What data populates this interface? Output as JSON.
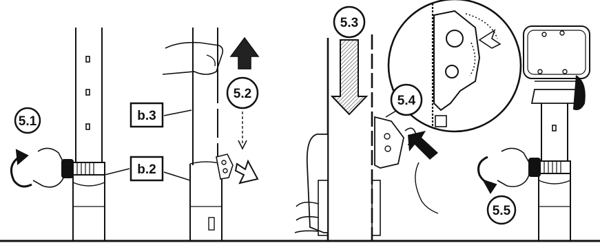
{
  "steps": {
    "s51": "5.1",
    "s52": "5.2",
    "s53": "5.3",
    "s54": "5.4",
    "s55": "5.5"
  },
  "parts": {
    "b3": "b.3",
    "b2": "b.2"
  },
  "colors": {
    "ink": "#111111",
    "paper": "#ffffff",
    "hatch": "#555555"
  },
  "icons": {
    "rotate_ccw": "rotate-arrow-icon",
    "up": "arrow-up-icon",
    "down": "arrow-down-icon",
    "pointer": "pointer-arrow-icon"
  }
}
